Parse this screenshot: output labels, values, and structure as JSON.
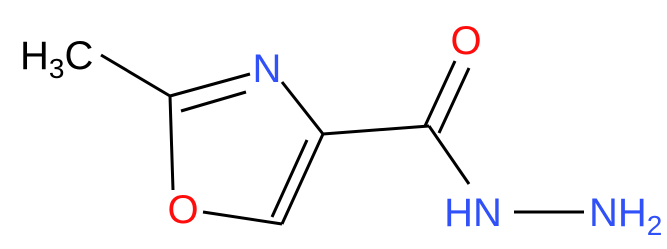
{
  "molecule": {
    "labels": {
      "methyl": {
        "main": "H",
        "sub": "3",
        "tail": "C"
      },
      "ring_n": "N",
      "ring_o": "O",
      "carbonyl_o": "O",
      "hydrazide_nh": "HN",
      "hydrazide_nh2": {
        "main": "NH",
        "sub": "2"
      }
    },
    "colors": {
      "bond": "#000000",
      "carbon_hydrogen": "#000000",
      "nitrogen": "#3050F8",
      "oxygen": "#FF0D0D"
    }
  }
}
